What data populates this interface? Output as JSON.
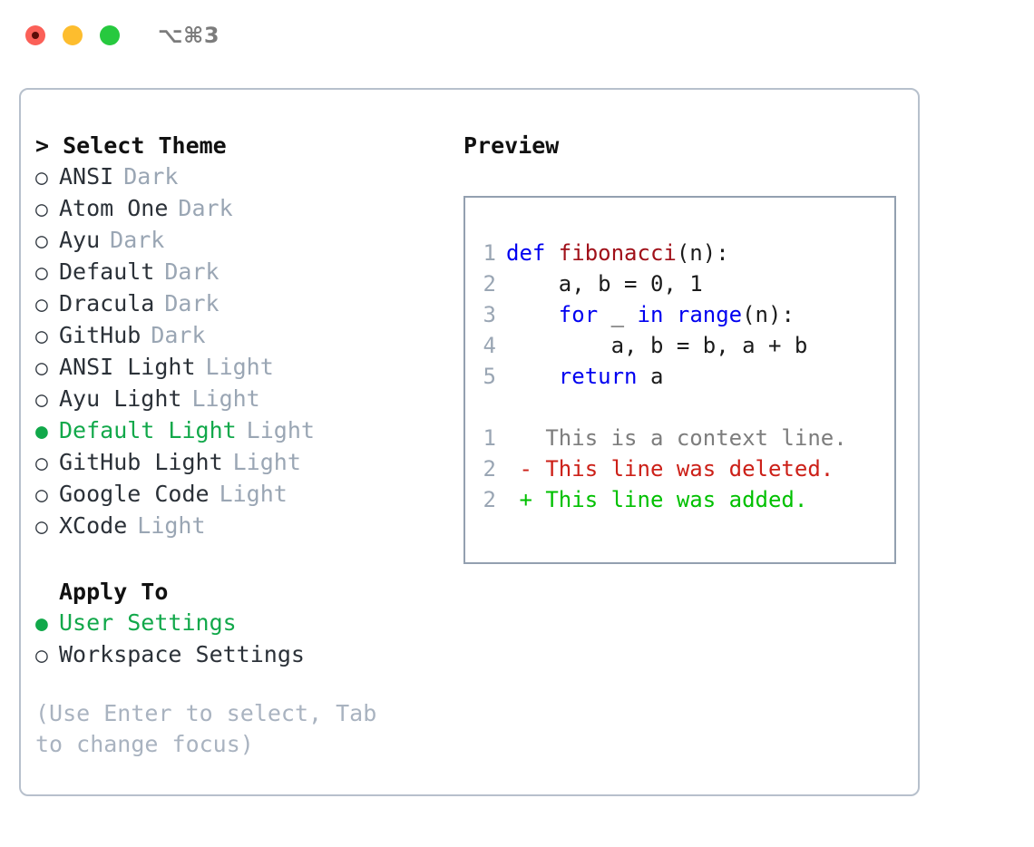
{
  "window": {
    "shortcut": "⌥⌘3",
    "traffic_lights": [
      {
        "name": "close",
        "color": "#fb6058"
      },
      {
        "name": "minimize",
        "color": "#fdbd2e"
      },
      {
        "name": "zoom",
        "color": "#27c93f"
      }
    ]
  },
  "theme_panel": {
    "heading": "> Select Theme",
    "items": [
      {
        "marker": "○",
        "label": "ANSI",
        "badge": "Dark",
        "selected": false
      },
      {
        "marker": "○",
        "label": "Atom One",
        "badge": "Dark",
        "selected": false
      },
      {
        "marker": "○",
        "label": "Ayu",
        "badge": "Dark",
        "selected": false
      },
      {
        "marker": "○",
        "label": "Default",
        "badge": "Dark",
        "selected": false
      },
      {
        "marker": "○",
        "label": "Dracula",
        "badge": "Dark",
        "selected": false
      },
      {
        "marker": "○",
        "label": "GitHub",
        "badge": "Dark",
        "selected": false
      },
      {
        "marker": "○",
        "label": "ANSI Light",
        "badge": "Light",
        "selected": false
      },
      {
        "marker": "○",
        "label": "Ayu Light",
        "badge": "Light",
        "selected": false
      },
      {
        "marker": "●",
        "label": "Default Light",
        "badge": "Light",
        "selected": true
      },
      {
        "marker": "○",
        "label": "GitHub Light",
        "badge": "Light",
        "selected": false
      },
      {
        "marker": "○",
        "label": "Google Code",
        "badge": "Light",
        "selected": false
      },
      {
        "marker": "○",
        "label": "XCode",
        "badge": "Light",
        "selected": false
      }
    ]
  },
  "apply_to": {
    "heading": "Apply To",
    "items": [
      {
        "marker": "●",
        "label": "User Settings",
        "selected": true
      },
      {
        "marker": "○",
        "label": "Workspace Settings",
        "selected": false
      }
    ]
  },
  "hint": "(Use Enter to select, Tab to change focus)",
  "preview": {
    "heading": "Preview",
    "code_lines": [
      {
        "no": "1",
        "tokens": [
          {
            "t": "def ",
            "c": "kw"
          },
          {
            "t": "fibonacci",
            "c": "fn"
          },
          {
            "t": "(n):",
            "c": "txt"
          }
        ]
      },
      {
        "no": "2",
        "tokens": [
          {
            "t": "    a, b = 0, 1",
            "c": "txt"
          }
        ]
      },
      {
        "no": "3",
        "tokens": [
          {
            "t": "    ",
            "c": "txt"
          },
          {
            "t": "for",
            "c": "kw"
          },
          {
            "t": " _ ",
            "c": "txt"
          },
          {
            "t": "in range",
            "c": "kw"
          },
          {
            "t": "(n):",
            "c": "txt"
          }
        ]
      },
      {
        "no": "4",
        "tokens": [
          {
            "t": "        a, b = b, a + b",
            "c": "txt"
          }
        ]
      },
      {
        "no": "5",
        "tokens": [
          {
            "t": "    ",
            "c": "txt"
          },
          {
            "t": "return",
            "c": "kw"
          },
          {
            "t": " a",
            "c": "txt"
          }
        ]
      }
    ],
    "diff_lines": [
      {
        "no": "1",
        "tokens": [
          {
            "t": "   This is a context line.",
            "c": "ctx"
          }
        ]
      },
      {
        "no": "2",
        "tokens": [
          {
            "t": " - This line was deleted.",
            "c": "del"
          }
        ]
      },
      {
        "no": "2",
        "tokens": [
          {
            "t": " + This line was added.",
            "c": "add"
          }
        ]
      }
    ]
  },
  "colors": {
    "accent_green": "#11a84a",
    "keyword_blue": "#0000f0",
    "function_red": "#a01019",
    "diff_delete": "#cc2018",
    "diff_add": "#00c000",
    "muted": "#9aa6b4",
    "border": "#b7c0cc",
    "preview_border": "#93a0b0"
  }
}
